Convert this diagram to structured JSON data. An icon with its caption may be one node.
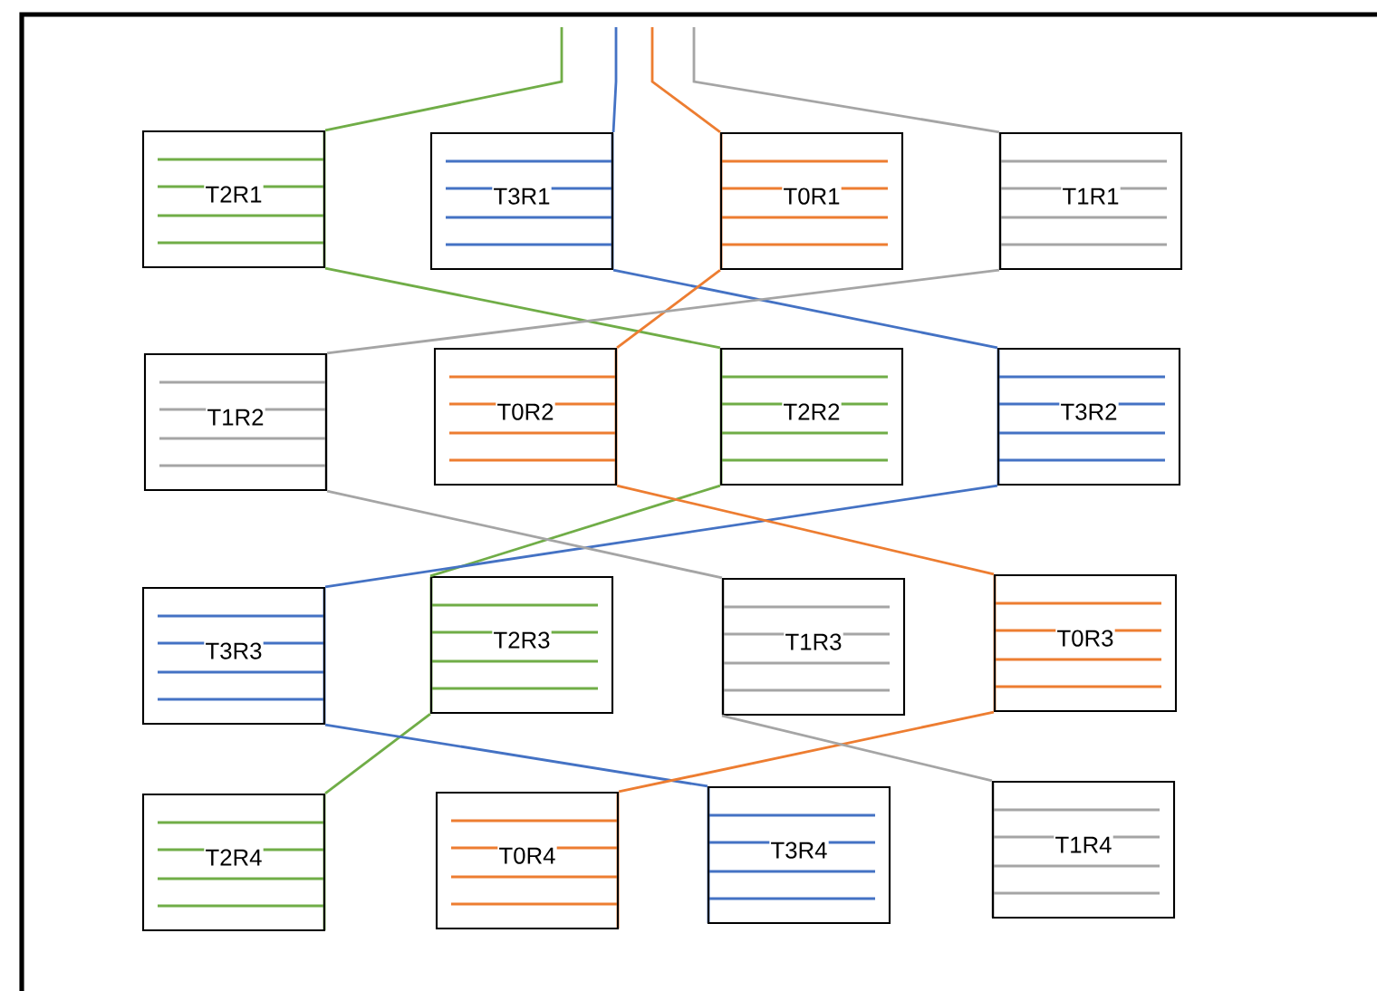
{
  "diagram": {
    "nodes": [
      {
        "text": [
          "T2R1"
        ]
      },
      {
        "text": [
          "T3R1"
        ]
      },
      {
        "text": [
          "T0R1"
        ]
      },
      {
        "text": [
          "T1R1"
        ]
      },
      {
        "text": [
          "T1R2"
        ]
      },
      {
        "text": [
          "T0R2"
        ]
      },
      {
        "text": [
          "T2R2"
        ]
      },
      {
        "text": [
          "T3R2"
        ]
      },
      {
        "text": [
          "T3R3"
        ]
      },
      {
        "text": [
          "T2R3"
        ]
      },
      {
        "text": [
          "T1R3"
        ]
      },
      {
        "text": [
          "T0R3"
        ]
      },
      {
        "text": [
          "T2R4"
        ]
      },
      {
        "text": [
          "T0R4"
        ]
      },
      {
        "text": [
          "T3R4"
        ]
      },
      {
        "text": [
          "T1R4"
        ]
      }
    ],
    "edges": [
      {
        "from": null,
        "to": 0,
        "arrow": "none",
        "color": "#70ad47"
      },
      {
        "from": 0,
        "to": 6,
        "arrow": "none",
        "color": "#70ad47"
      },
      {
        "from": 6,
        "to": 9,
        "arrow": "none",
        "color": "#70ad47"
      },
      {
        "from": 9,
        "to": 12,
        "arrow": "none",
        "color": "#70ad47"
      },
      {
        "from": null,
        "to": 1,
        "arrow": "none",
        "color": "#4472c4"
      },
      {
        "from": 1,
        "to": 7,
        "arrow": "none",
        "color": "#4472c4"
      },
      {
        "from": 7,
        "to": 8,
        "arrow": "none",
        "color": "#4472c4"
      },
      {
        "from": 8,
        "to": 14,
        "arrow": "none",
        "color": "#4472c4"
      },
      {
        "from": null,
        "to": 2,
        "arrow": "none",
        "color": "#ed7d31"
      },
      {
        "from": 2,
        "to": 5,
        "arrow": "none",
        "color": "#ed7d31"
      },
      {
        "from": 5,
        "to": 11,
        "arrow": "none",
        "color": "#ed7d31"
      },
      {
        "from": 11,
        "to": 13,
        "arrow": "none",
        "color": "#ed7d31"
      },
      {
        "from": null,
        "to": 3,
        "arrow": "none",
        "color": "#a5a5a5"
      },
      {
        "from": 3,
        "to": 4,
        "arrow": "none",
        "color": "#a5a5a5"
      },
      {
        "from": 4,
        "to": 10,
        "arrow": "none",
        "color": "#a5a5a5"
      },
      {
        "from": 10,
        "to": 15,
        "arrow": "none",
        "color": "#a5a5a5"
      }
    ]
  }
}
